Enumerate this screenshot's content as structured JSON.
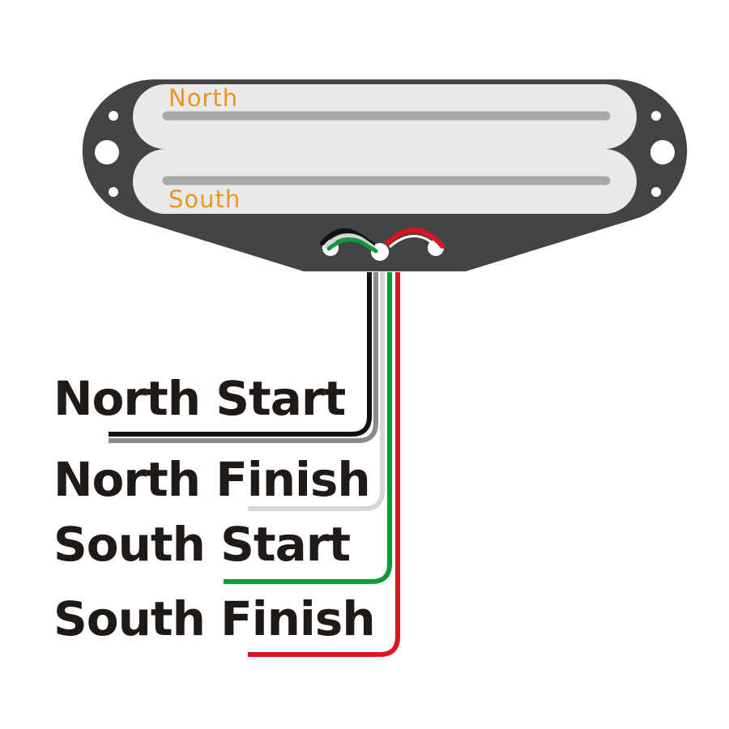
{
  "colors": {
    "baseplate": "#444444",
    "coil_fill": "#e9e9e9",
    "pole_bar": "#a9a9a9",
    "coil_label": "#e8961e",
    "text": "#1f1a17",
    "background": "#ffffff"
  },
  "coils": {
    "north_label": "North",
    "south_label": "South"
  },
  "wires": [
    {
      "id": "north-start",
      "label": "North Start",
      "color": "#111111"
    },
    {
      "id": "north-finish",
      "label": "North Finish",
      "color": "#d6d6d6"
    },
    {
      "id": "south-start",
      "label": "South Start",
      "color": "#109a3c"
    },
    {
      "id": "south-finish",
      "label": "South Finish",
      "color": "#e0141e"
    }
  ]
}
